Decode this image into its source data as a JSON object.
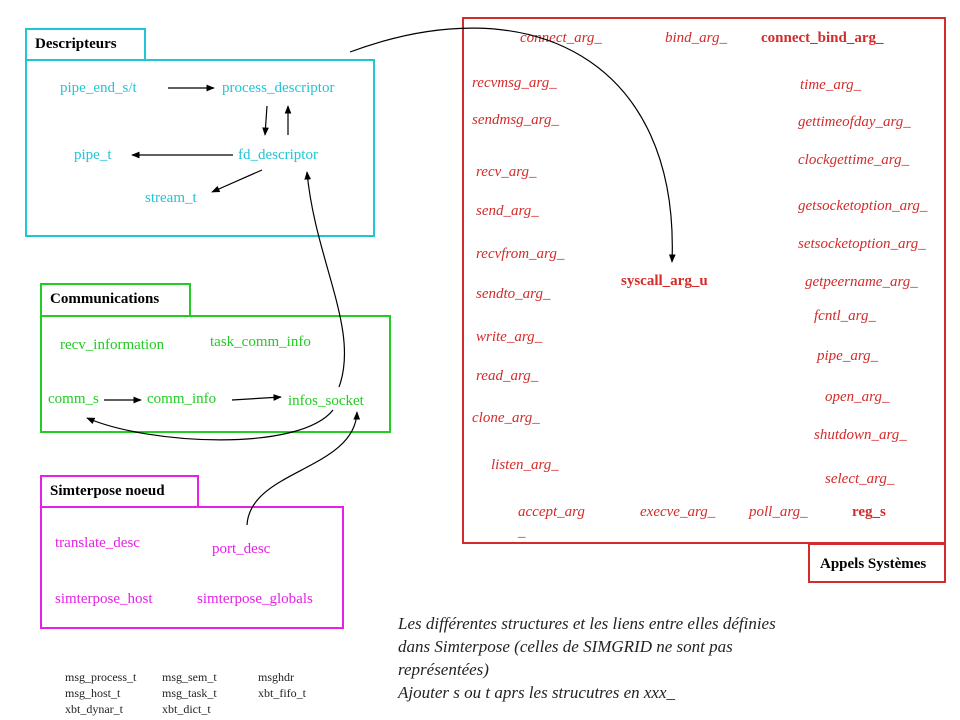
{
  "groups": {
    "descripteurs": {
      "title": "Descripteurs",
      "color": "#1fc6d6",
      "items": [
        "pipe_end_s/t",
        "process_descriptor",
        "pipe_t",
        "fd_descriptor",
        "stream_t"
      ]
    },
    "communications": {
      "title": "Communications",
      "color": "#22cc22",
      "items": [
        "recv_information",
        "task_comm_info",
        "comm_s",
        "comm_info",
        "infos_socket"
      ]
    },
    "simterpose": {
      "title": "Simterpose noeud",
      "color": "#e621e6",
      "items": [
        "translate_desc",
        "port_desc",
        "simterpose_host",
        "simterpose_globals"
      ]
    },
    "appels": {
      "title": "Appels Systèmes",
      "color": "#d42b2b",
      "top_row": [
        "connect_arg_",
        "bind_arg_"
      ],
      "top_bold": "connect_bind_arg_",
      "left_col": [
        "recvmsg_arg_",
        "sendmsg_arg_",
        "recv_arg_",
        "send_arg_",
        "recvfrom_arg_",
        "sendto_arg_",
        "write_arg_",
        "read_arg_",
        "clone_arg_",
        "listen_arg_"
      ],
      "right_col": [
        "time_arg_",
        "gettimeofday_arg_",
        "clockgettime_arg_",
        "getsocketoption_arg_",
        "setsocketoption_arg_",
        "getpeername_arg_",
        "fcntl_arg_",
        "pipe_arg_",
        "open_arg_",
        "shutdown_arg_",
        "select_arg_"
      ],
      "bottom_row": [
        "accept_arg",
        "_",
        "execve_arg_",
        "poll_arg_"
      ],
      "bottom_bold": "reg_s",
      "center": "syscall_arg_u"
    }
  },
  "simgrid_types": [
    "msg_process_t",
    "msg_sem_t",
    "msghdr",
    "msg_host_t",
    "msg_task_t",
    "xbt_fifo_t",
    "xbt_dynar_t",
    "xbt_dict_t"
  ],
  "note": {
    "line1": "Les différentes structures et les liens entre elles définies",
    "line2": "dans Simterpose  (celles de SIMGRID ne sont pas",
    "line3": "représentées)",
    "line4": "Ajouter s ou t aprs les strucutres en xxx_"
  }
}
